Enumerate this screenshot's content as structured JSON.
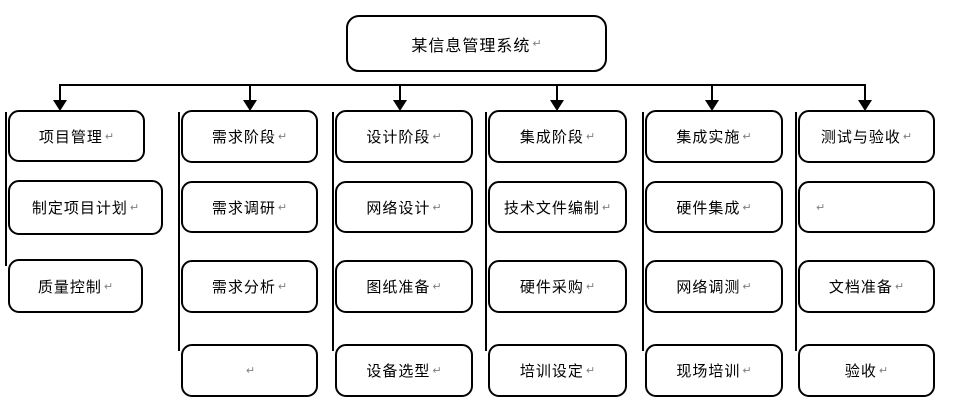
{
  "diagram": {
    "root": {
      "label": "某信息管理系统"
    },
    "return_mark": "↵",
    "columns": [
      {
        "header": "项目管理",
        "items": [
          "制定项目计划",
          "质量控制"
        ]
      },
      {
        "header": "需求阶段",
        "items": [
          "需求调研",
          "需求分析",
          ""
        ]
      },
      {
        "header": "设计阶段",
        "items": [
          "网络设计",
          "图纸准备",
          "设备选型"
        ]
      },
      {
        "header": "集成阶段",
        "items": [
          "技术文件编制",
          "硬件采购",
          "培训设定"
        ]
      },
      {
        "header": "集成实施",
        "items": [
          "硬件集成",
          "网络调测",
          "现场培训"
        ]
      },
      {
        "header": "测试与验收",
        "items": [
          "",
          "文档准备",
          "验收"
        ]
      }
    ],
    "colors": {
      "line": "#000000",
      "text": "#000000",
      "return_mark": "#808080",
      "background": "#ffffff"
    }
  }
}
